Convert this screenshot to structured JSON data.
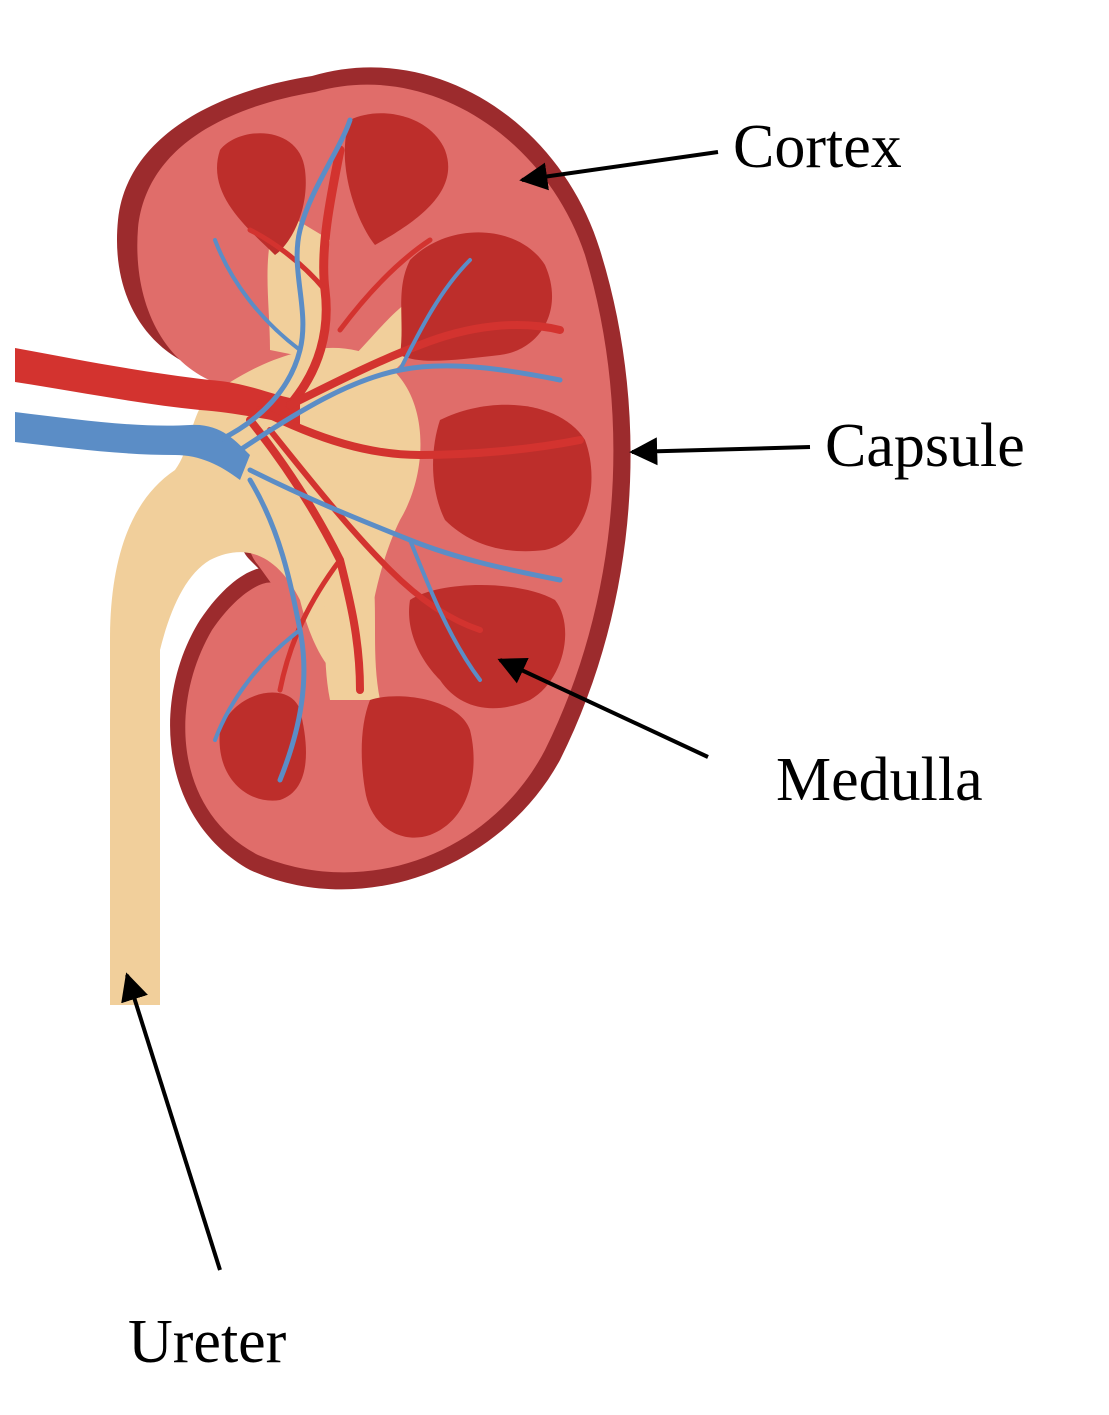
{
  "labels": {
    "cortex": "Cortex",
    "capsule": "Capsule",
    "medulla": "Medulla",
    "ureter": "Ureter"
  },
  "colors": {
    "capsule": "#9c2b2d",
    "cortex": "#e06d6a",
    "medulla": "#bd2e2b",
    "pelvis": "#f1cf9b",
    "artery": "#d3332f",
    "vein": "#5b8dc6",
    "arrow": "#000000",
    "background": "#ffffff"
  }
}
